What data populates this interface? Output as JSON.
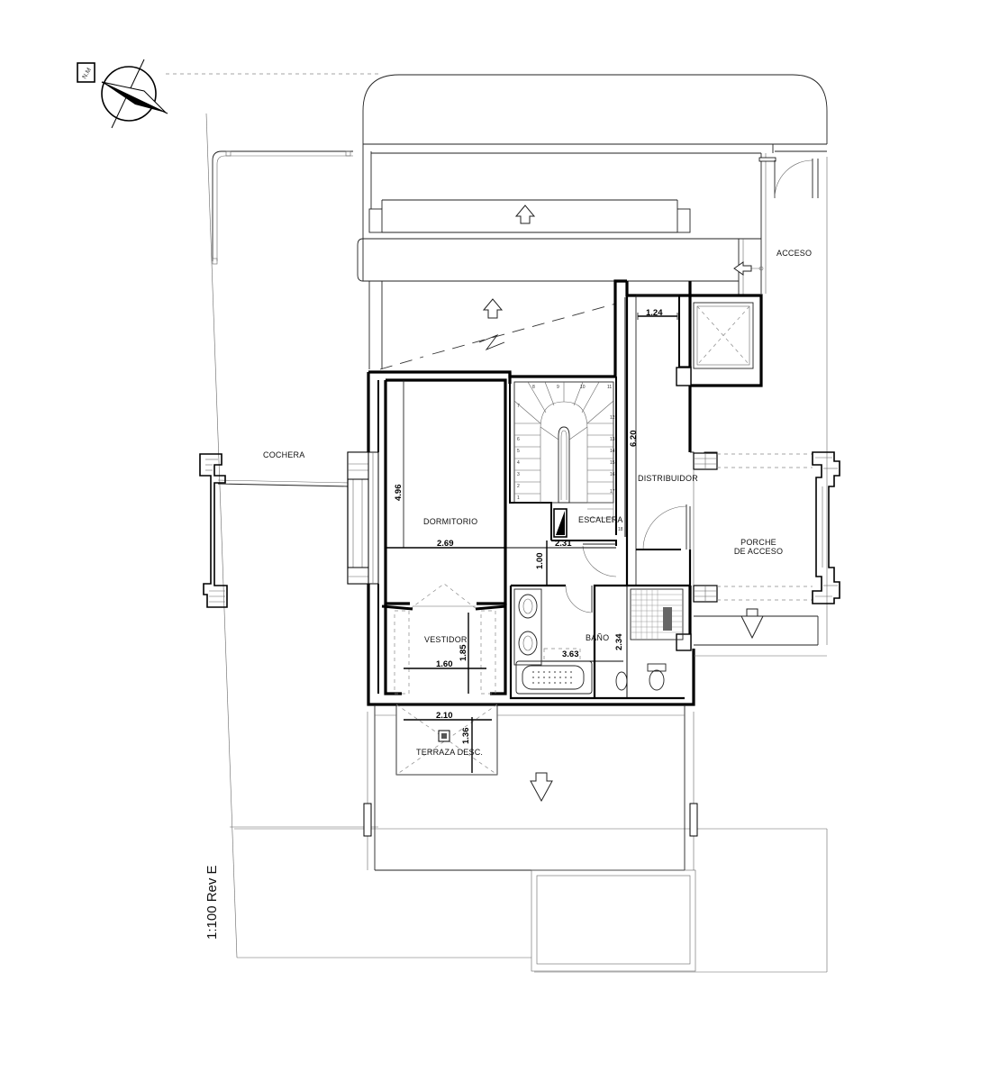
{
  "drawing": {
    "scale_text": "1:100 Rev E",
    "north_label": "N.M",
    "rooms": {
      "acceso": "ACCESO",
      "cochera": "COCHERA",
      "dormitorio": "DORMITORIO",
      "distribuidor": "DISTRIBUIDOR",
      "escalera": "ESCALERA",
      "porche_line1": "PORCHE",
      "porche_line2": "DE ACCESO",
      "vestidor": "VESTIDOR",
      "bano": "BAÑO",
      "terraza": "TERRAZA DESC."
    },
    "dimensions": {
      "d124": "1.24",
      "d620": "6.20",
      "d496": "4.96",
      "d269": "2.69",
      "d231": "2.31",
      "d100": "1.00",
      "d185": "1.85",
      "d160": "1.60",
      "d363": "3.63",
      "d234": "2.34",
      "d210": "2.10",
      "d136": "1.36"
    },
    "stair_steps_left": [
      "1",
      "2",
      "3",
      "4",
      "5",
      "6",
      "7",
      "8"
    ],
    "stair_steps_top": [
      "9",
      "10",
      "11"
    ],
    "stair_steps_right": [
      "12",
      "13",
      "14",
      "15",
      "16",
      "17",
      "18"
    ]
  }
}
